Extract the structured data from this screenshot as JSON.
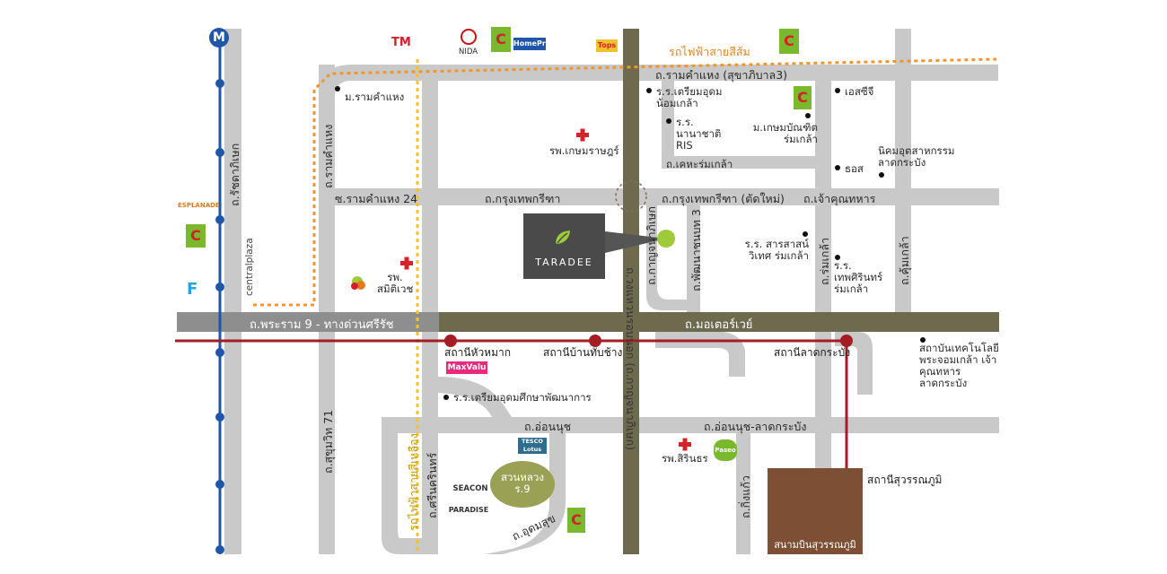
{
  "roads": {
    "ramkhamhaeng_top": "ถ.รามคำแหง (สุขาภิบาล3)",
    "krungthep_kreetha": "ถ.กรุงเทพกรีฑา",
    "krungthep_kreetha_new": "ถ.กรุงเทพกรีฑา (ตัดใหม่)",
    "chao_khun_thahan": "ถ.เจ้าคุณทหาร",
    "soi_ram_24": "ซ.รามคำแหง 24",
    "rama9": "ถ.พระราม 9 - ทางด่วนศรีรัช",
    "motorway": "ถ.มอเตอร์เวย์",
    "on_nut": "ถ.อ่อนนุช",
    "on_nut_lat": "ถ.อ่อนนุช-ลาดกระบัง",
    "ratchada": "ถ.รัชดาภิเษก",
    "ramkhamhaeng_v": "ถ.รามคำแหง",
    "sukhumvit71": "ถ.สุขุมวิท 71",
    "srinakarin": "ถ.ศรีนครินทร์",
    "udomsuk": "ถ.อุดมสุข",
    "kanchanaphisek_1": "ถ.กาญจนาภิเษก",
    "kanchanaphisek_2": "ถ.วงแหวนรอบนอก (ถ.กาญจนาภิเษก)",
    "phatthana_chonnabot3": "ถ.พัฒนาชนบท 3",
    "romklao": "ถ.ร่มเกล้า",
    "khum_klao": "ถ.คุ้มเกล้า",
    "ke_ha_romklao": "ถ.เคหะร่มเกล้า",
    "king_kaeo": "ถ.กิ่งแก้ว"
  },
  "rail": {
    "orange_line": "รถไฟฟ้าสายสีส้ม",
    "yellow_line": "รถไฟฟ้าสายสีเหลือง",
    "metro_badge": "M",
    "station_hua_mak": "สถานีหัวหมาก",
    "station_ban_thap_chang": "สถานีบ้านทับช้าง",
    "station_lat_krabang": "สถานีลาดกระบัง",
    "station_suvarnabhumi": "สถานีสุวรรณภูมิ"
  },
  "places": {
    "ram_university": "ม.รามคำแหง",
    "triam_nomklao": "ร.ร.เตรียมอุดม น้อมเกล้า",
    "nanachat_ris": "ร.ร. นานาชาติ RIS",
    "kasem_ratsadon_hosp": "รพ.เกษมราษฎร์",
    "kasem_bundit": "ม.เกษมบัณฑิต ร่มเกล้า",
    "sc_g": "เอสซีจี",
    "industrial_estate": "นิคมอุตสาหกรรม ลาดกระบัง",
    "thos": "ธอส",
    "saraswittayakhom": "ร.ร. สารสาสน์วิเทศ ร่มเกล้า",
    "thepsirin": "ร.ร. เทพศิรินทร์ ร่มเกล้า",
    "samitivej_hosp": "รพ. สมิติเวช",
    "kmitl": "สถาบันเทคโนโลยี พระจอมเกล้า เจ้าคุณทหาร ลาดกระบัง",
    "triam_pattanakarn": "ร.ร.เตรียมอุดมศึกษาพัฒนาการ",
    "sirinthorn_hosp": "รพ.สิรินธร",
    "suan_luang": "สวนหลวง ร.9",
    "airport": "สนามบินสุวรรณภูมิ",
    "nida": "NIDA"
  },
  "brands": {
    "project": "TARADEE",
    "esplanade": "ESPLANADE",
    "central_plaza": "centralplaza",
    "maxvalu": "MaxValu",
    "seacon": "SEACON",
    "paradise": "PARADISE",
    "tesco": "TESCO Lotus",
    "tops": "Tops",
    "homepro": "HomePro",
    "bigc": "C",
    "paseo": "Paseo"
  },
  "colors": {
    "road": "#c9c9c9",
    "expressway": "#8e8e8e",
    "motorway": "#6e6a4e",
    "blue_line": "#1f56a8",
    "red_line": "#a51d24",
    "orange_line": "#f0962c",
    "yellow_line": "#f2c12e",
    "airport": "#7d4f34",
    "project_box": "#4a4a4a",
    "project_pin": "#9fcb3a"
  }
}
